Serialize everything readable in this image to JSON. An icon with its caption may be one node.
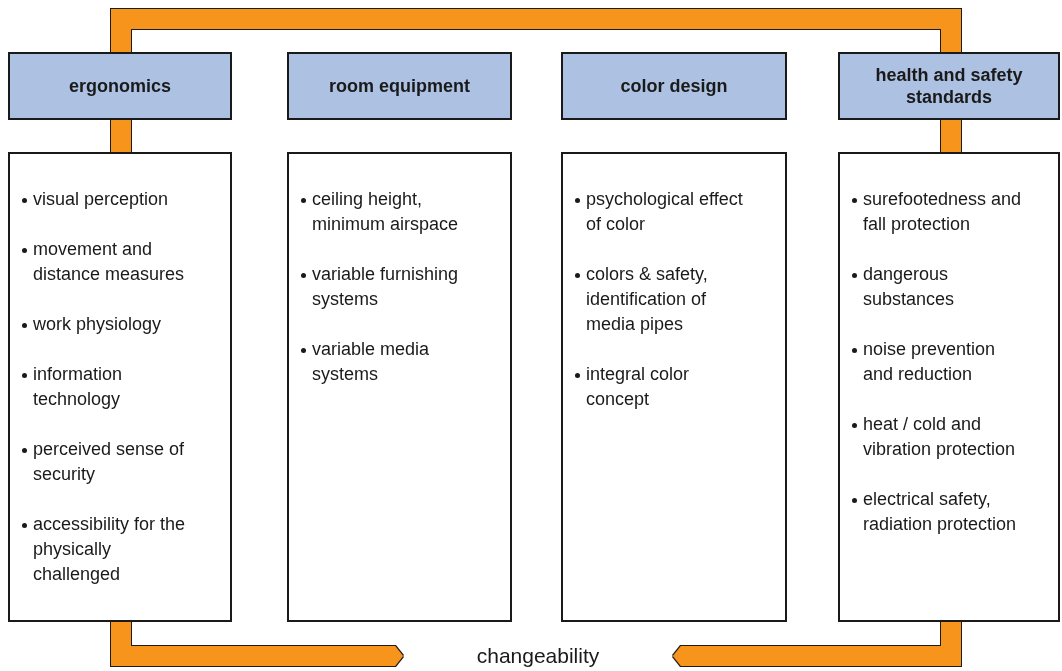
{
  "diagram": {
    "nodes": [
      {
        "text": [
          "ergonomics"
        ]
      },
      {
        "text": [
          "room equipment"
        ]
      },
      {
        "text": [
          "color design"
        ]
      },
      {
        "text": [
          "health and safety standards"
        ]
      },
      {
        "text": [
          "visual  perception",
          "movement and distance measures",
          "work physiology",
          "information technology",
          "perceived sense of security",
          "accessibility for the physically challenged"
        ]
      },
      {
        "text": [
          "ceiling height, minimum airspace",
          "variable furnishing systems",
          "variable media systems"
        ]
      },
      {
        "text": [
          "psychological effect of color",
          "colors & safety, identification of media pipes",
          "integral color concept"
        ]
      },
      {
        "text": [
          "surefootedness and fall protection",
          "dangerous substances",
          "noise prevention and reduction",
          "heat / cold and vibration protection",
          "electrical safety, radiation protection"
        ]
      },
      {
        "text": [
          "changeability"
        ]
      }
    ],
    "edges": [
      {
        "from": 0,
        "to": 3,
        "arrow": "none"
      },
      {
        "from": 0,
        "to": 4,
        "arrow": "none"
      },
      {
        "from": 3,
        "to": 7,
        "arrow": "none"
      },
      {
        "from": 4,
        "to": 8,
        "arrow": "to"
      },
      {
        "from": 7,
        "to": 8,
        "arrow": "to"
      }
    ]
  }
}
